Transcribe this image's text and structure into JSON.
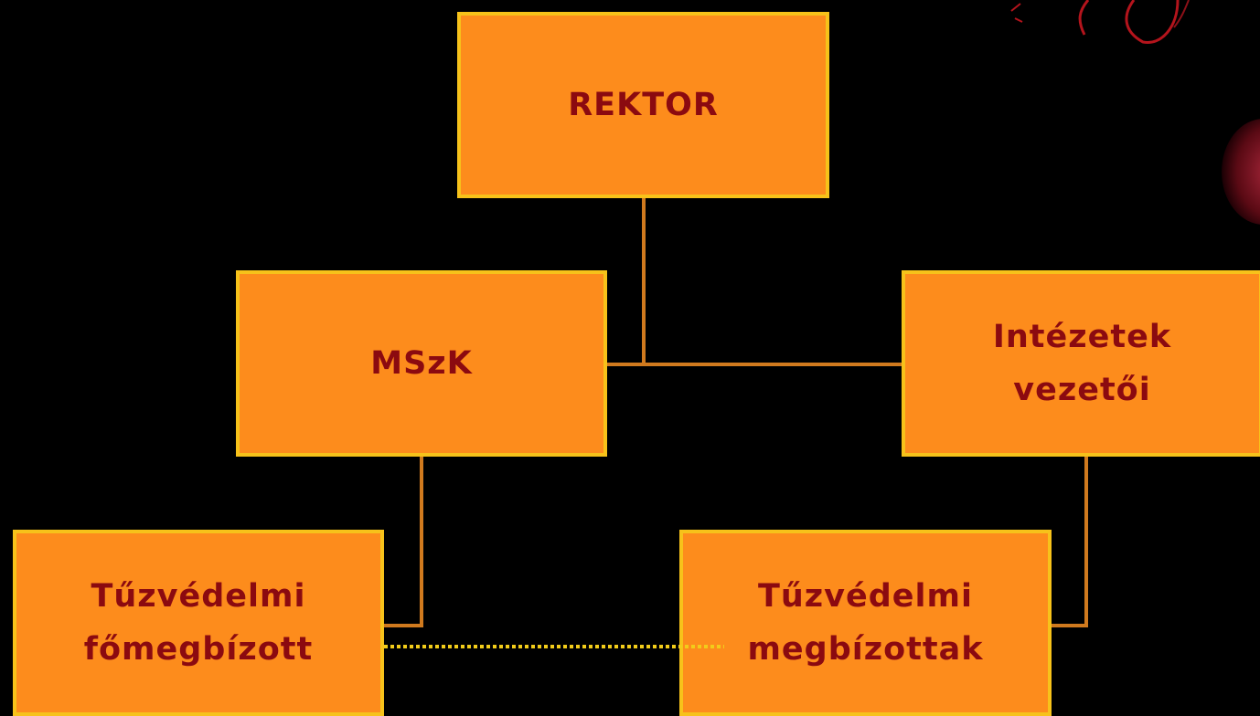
{
  "diagram": {
    "nodes": {
      "rektor": {
        "lines": [
          "REKTOR"
        ]
      },
      "mszk": {
        "lines": [
          "MSzK"
        ]
      },
      "intezetek": {
        "lines": [
          "Intézetek",
          "vezetői"
        ]
      },
      "fomegbizott": {
        "lines": [
          "Tűzvédelmi",
          "főmegbízott"
        ]
      },
      "megbizottak": {
        "lines": [
          "Tűzvédelmi",
          "megbízottak"
        ]
      }
    },
    "edges": [
      {
        "from": "rektor",
        "to": "mszk",
        "style": "solid"
      },
      {
        "from": "rektor",
        "to": "intezetek",
        "style": "solid"
      },
      {
        "from": "mszk",
        "to": "fomegbizott",
        "style": "solid"
      },
      {
        "from": "intezetek",
        "to": "megbizottak",
        "style": "solid"
      },
      {
        "from": "fomegbizott",
        "to": "megbizottak",
        "style": "dotted"
      }
    ]
  },
  "colors": {
    "background": "#000000",
    "box_fill": "#fd8c1c",
    "box_border": "#f7c21a",
    "text": "#8b0a10",
    "connector": "#d07a1e",
    "dotted_connector": "#f2cc1a",
    "decoration": "#b4141c"
  }
}
